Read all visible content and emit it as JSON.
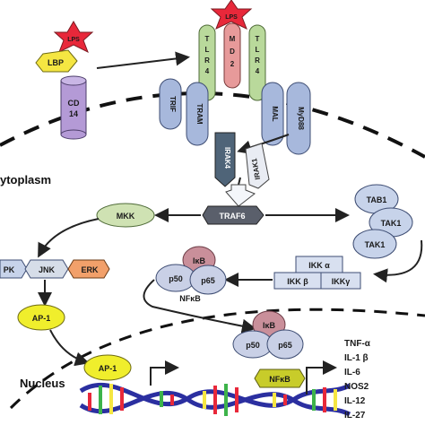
{
  "receptor": {
    "lps": "LPS",
    "lbp": "LBP",
    "cd14": "CD\n14",
    "tlr4_left": "T L R 4",
    "md2": "M D 2",
    "tlr4_right": "T L R 4",
    "lps_top": "LPS"
  },
  "adaptors": {
    "trif": "TRIF",
    "tram": "TRAM",
    "mal": "MAL",
    "myd88": "MyD88"
  },
  "kinases": {
    "irak4": "IRAK4",
    "irak1": "IRAK1",
    "traf6": "TRAF6",
    "mkk": "MKK",
    "tab1": "TAB1",
    "tak1_a": "TAK1",
    "tak1_b": "TAK1"
  },
  "ikk": {
    "alpha": "IKK α",
    "beta": "IKK β",
    "gamma": "IKKγ"
  },
  "mapk": {
    "p38": "PK",
    "jnk": "JNK",
    "erk": "ERK"
  },
  "nfkb_cyto": {
    "ikb": "IκB",
    "p50": "p50",
    "p65": "p65",
    "label": "NFκB"
  },
  "nfkb_nuc": {
    "ikb": "IκB",
    "p50": "p50",
    "p65": "p65",
    "label": "NFκB"
  },
  "ap1": {
    "cyto": "AP-1",
    "nuc": "AP-1"
  },
  "regions": {
    "cytoplasm": "ytoplasm",
    "nucleus": "Nucleus"
  },
  "genes": [
    "TNF-α",
    "IL-1 β",
    "IL-6",
    "NOS2",
    "IL-12",
    "IL-27"
  ],
  "colors": {
    "lps": "#e8283a",
    "lbp": "#f5e642",
    "cd14": "#b49ad6",
    "tlr4": "#b9d99b",
    "md2": "#e79a9a",
    "adaptor": "#a7b8dc",
    "irak4": "#4f6478",
    "traf6": "#5a5f6b",
    "mkk": "#cfe2b3",
    "tak": "#c7d3ea",
    "ikk": "#d8e0f0",
    "jnk": "#d6dde8",
    "erk": "#f2a06a",
    "p38": "#c7d3ea",
    "ap1": "#f0ee2c",
    "ikb": "#c98f9a",
    "p50p65": "#c9d0e6",
    "nfkb_nuc": "#c8cc2a"
  }
}
